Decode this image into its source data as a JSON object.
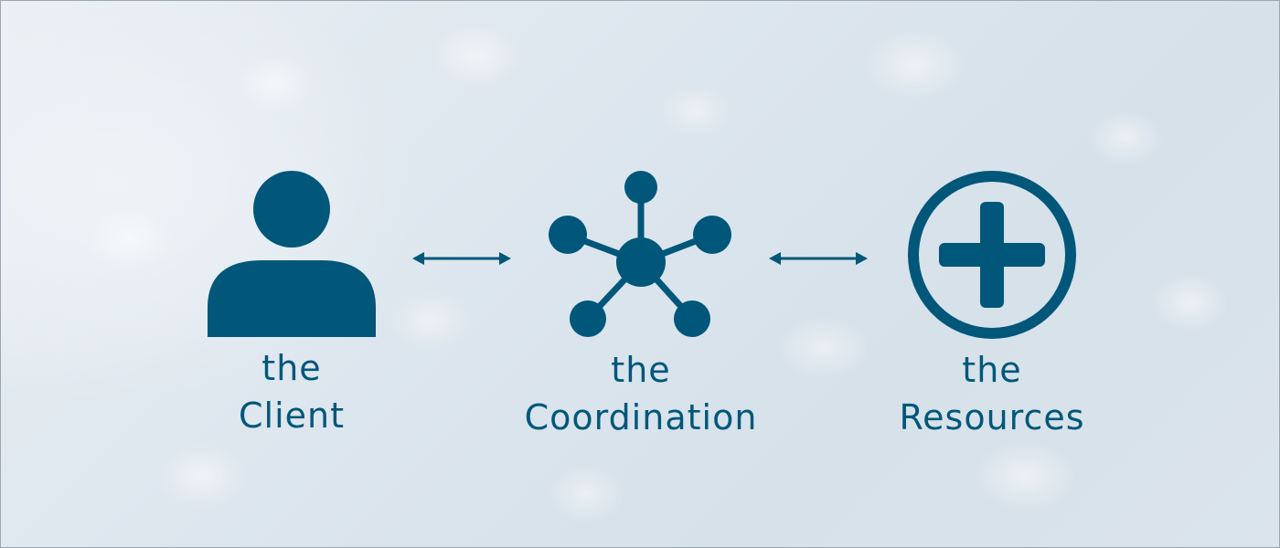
{
  "colors": {
    "icon": "#00577a",
    "text": "#00577a"
  },
  "nodes": [
    {
      "icon": "person-icon",
      "line1": "the",
      "line2": "Client"
    },
    {
      "icon": "network-hub-icon",
      "line1": "the",
      "line2": "Coordination"
    },
    {
      "icon": "medical-cross-icon",
      "line1": "the",
      "line2": "Resources"
    }
  ],
  "connectors": [
    {
      "icon": "double-arrow-icon"
    },
    {
      "icon": "double-arrow-icon"
    }
  ]
}
